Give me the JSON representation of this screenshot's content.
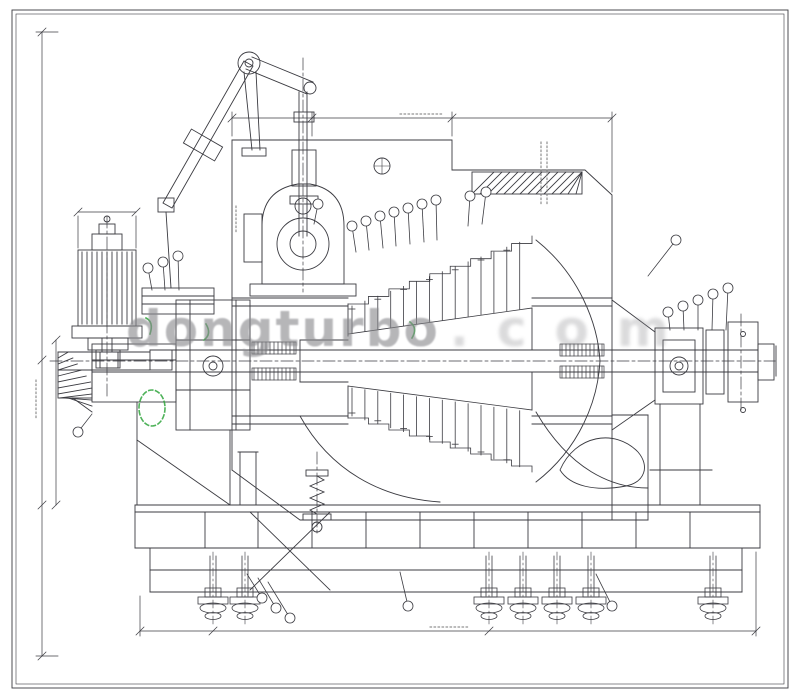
{
  "watermark": {
    "primary": "dongturbo",
    "secondary": ".com"
  },
  "colors": {
    "line": "#3b3b41",
    "green_accent": "#2fa43c",
    "watermark": "#8a8a8e",
    "paper": "#ffffff"
  },
  "figure": {
    "type": "technical-drawing",
    "subject": "steam turbine assembly cross-section side view",
    "components": [
      "governor-motor",
      "valve-gear-linkage",
      "steam-chest",
      "turbine-casing",
      "blade-rows",
      "rotor-shaft",
      "front-bearing-pedestal",
      "exhaust-casing",
      "rear-bearing",
      "coupling",
      "base-frame",
      "foundation-bolts"
    ],
    "annotations": {
      "balloon_callouts": true,
      "dimension_lines": true
    }
  }
}
